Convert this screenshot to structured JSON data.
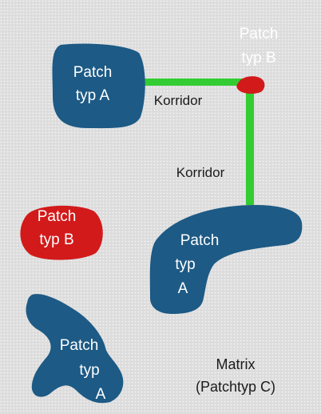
{
  "colors": {
    "matrix_background": "#dcdcdc",
    "matrix_dots": "#f4f4f4",
    "patch_type_a": "#1d5a85",
    "patch_type_b": "#d21a1a",
    "corridor": "#33cc33",
    "light_text": "#ffffff",
    "dark_text": "#1b1b1b"
  },
  "patch_a_top": {
    "line1": "Patch",
    "line2": "typ A"
  },
  "patch_b_top": {
    "line1": "Patch",
    "line2": "typ B"
  },
  "patch_b_left": {
    "line1": "Patch",
    "line2": "typ B"
  },
  "patch_a_right": {
    "line1": "Patch",
    "line2": "typ",
    "line3": "A"
  },
  "patch_a_bottom": {
    "line1": "Patch",
    "line2": "typ",
    "line3": "A"
  },
  "corridor_horizontal": {
    "label": "Korridor"
  },
  "corridor_vertical": {
    "label": "Korridor"
  },
  "matrix": {
    "line1": "Matrix",
    "line2": "(Patchtyp C)"
  }
}
